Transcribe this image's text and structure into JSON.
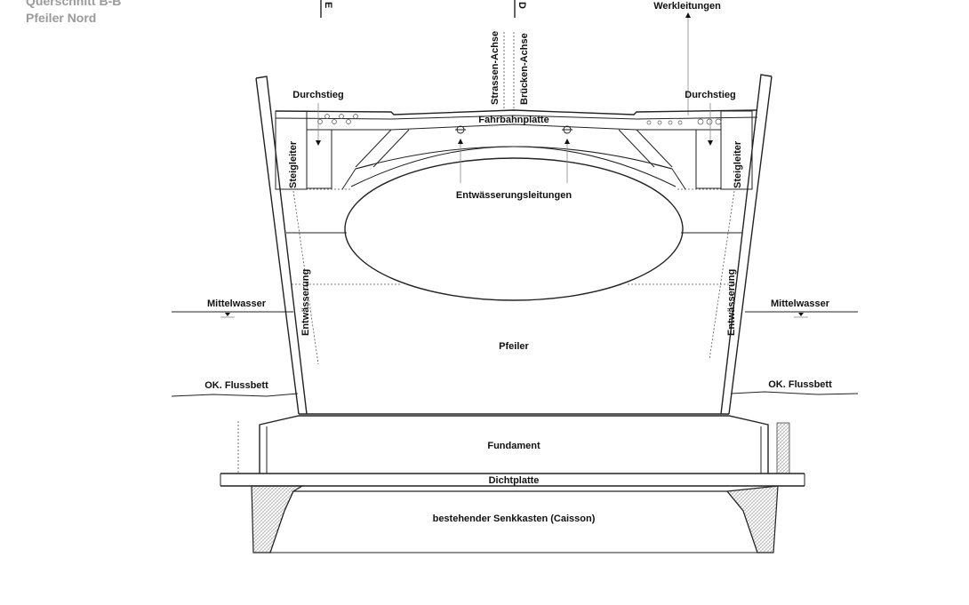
{
  "header": {
    "title": "Querschnitt B-B",
    "subtitle": "Pfeiler Nord"
  },
  "section_markers": [
    "E",
    "D"
  ],
  "labels": {
    "werkleitungen": "Werkleitungen",
    "strassen_achse": "Strassen-Achse",
    "bruecken_achse": "Brücken-Achse",
    "durchstieg_left": "Durchstieg",
    "durchstieg_right": "Durchstieg",
    "fahrbahnplatte": "Fahrbahnplatte",
    "steigleiter_left": "Steigleiter",
    "steigleiter_right": "Steigleiter",
    "entwaesserungsleitungen": "Entwässerungsleitungen",
    "entwaesserung_left": "Entwässerung",
    "entwaesserung_right": "Entwässerung",
    "mittelwasser_left": "Mittelwasser",
    "mittelwasser_right": "Mittelwasser",
    "pfeiler": "Pfeiler",
    "flussbett_left": "OK. Flussbett",
    "flussbett_right": "OK. Flussbett",
    "fundament": "Fundament",
    "dichtplatte": "Dichtplatte",
    "senkkasten": "bestehender Senkkasten (Caisson)"
  }
}
